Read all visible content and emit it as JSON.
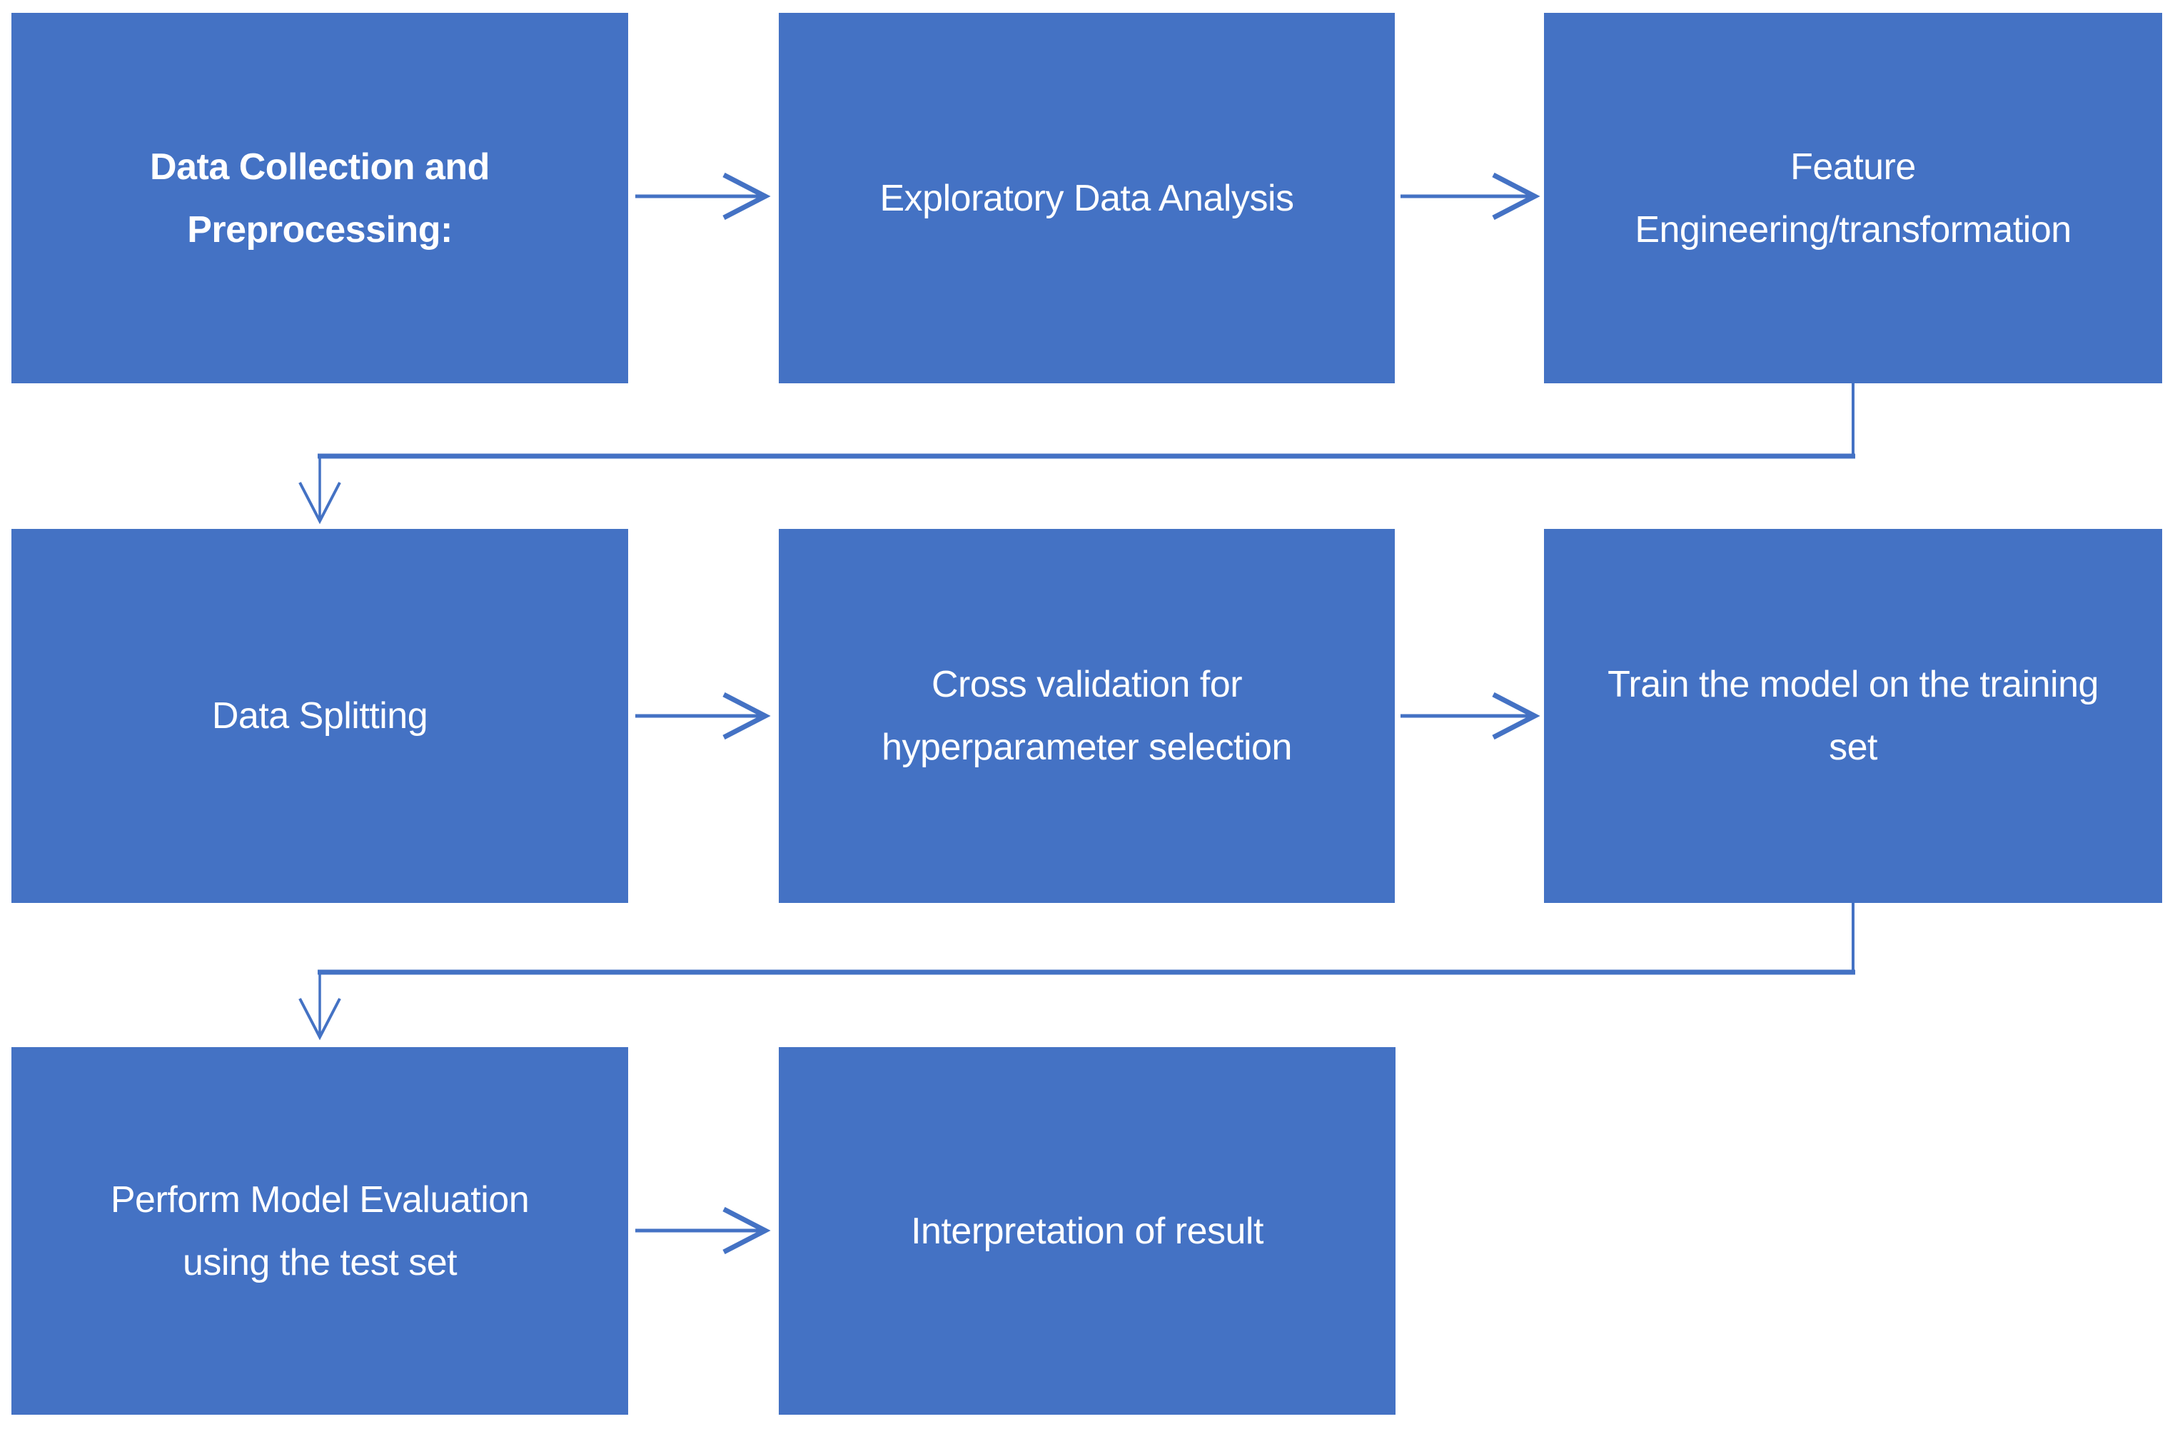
{
  "diagram": {
    "type": "flowchart",
    "background_color": "#ffffff",
    "box_fill_color": "#4472C4",
    "box_text_color": "#ffffff",
    "connector_color": "#4472C4",
    "boxes": [
      {
        "id": "data-collection",
        "label": "Data Collection and\nPreprocessing:",
        "bold": true,
        "row": 1,
        "col": 1
      },
      {
        "id": "eda",
        "label": "Exploratory Data Analysis",
        "bold": false,
        "row": 1,
        "col": 2
      },
      {
        "id": "feature-engineering",
        "label": "Feature\nEngineering/transformation",
        "bold": false,
        "row": 1,
        "col": 3
      },
      {
        "id": "data-splitting",
        "label": "Data Splitting",
        "bold": false,
        "row": 2,
        "col": 1
      },
      {
        "id": "cross-validation",
        "label": "Cross validation for\nhyperparameter selection",
        "bold": false,
        "row": 2,
        "col": 2
      },
      {
        "id": "train-model",
        "label": "Train the model on the training\nset",
        "bold": false,
        "row": 2,
        "col": 3
      },
      {
        "id": "model-evaluation",
        "label": "Perform Model Evaluation\nusing the test set",
        "bold": false,
        "row": 3,
        "col": 1
      },
      {
        "id": "interpretation",
        "label": "Interpretation of result",
        "bold": false,
        "row": 3,
        "col": 2
      }
    ],
    "connections": [
      {
        "from": "data-collection",
        "to": "eda",
        "style": "straight-open-arrow"
      },
      {
        "from": "eda",
        "to": "feature-engineering",
        "style": "straight-open-arrow"
      },
      {
        "from": "feature-engineering",
        "to": "data-splitting",
        "style": "elbow-open-arrow"
      },
      {
        "from": "data-splitting",
        "to": "cross-validation",
        "style": "straight-open-arrow"
      },
      {
        "from": "cross-validation",
        "to": "train-model",
        "style": "straight-open-arrow"
      },
      {
        "from": "train-model",
        "to": "model-evaluation",
        "style": "elbow-open-arrow"
      },
      {
        "from": "model-evaluation",
        "to": "interpretation",
        "style": "straight-open-arrow"
      }
    ]
  }
}
